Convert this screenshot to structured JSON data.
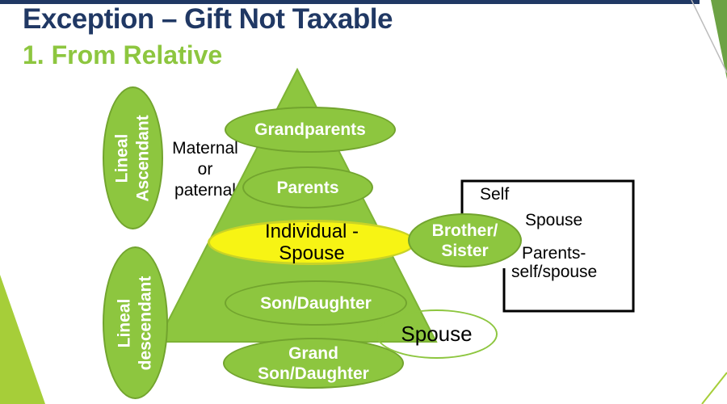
{
  "title": "Exception – Gift Not Taxable",
  "subtitle": "1. From Relative",
  "colors": {
    "title_navy": "#203864",
    "accent_green": "#8dc63f",
    "ellipse_border_green": "#72a42e",
    "highlight_yellow": "#f7f414",
    "corner_lime": "#a6ce39",
    "corner_dark_green": "#6ca244",
    "box_border": "#000000"
  },
  "nodes": {
    "grandparents": {
      "label": "Grandparents"
    },
    "parents": {
      "label": "Parents"
    },
    "individual": {
      "line1": "Individual -",
      "line2": "Spouse"
    },
    "brother_sister": {
      "line1": "Brother/",
      "line2": "Sister"
    },
    "son_daughter": {
      "label": "Son/Daughter"
    },
    "grand_son_daughter": {
      "line1": "Grand",
      "line2": "Son/Daughter"
    },
    "spouse": {
      "label": "Spouse"
    },
    "lineal_ascendant": {
      "line1": "Lineal",
      "line2": "Ascendant"
    },
    "lineal_descendant": {
      "line1": "Lineal",
      "line2": "descendant"
    }
  },
  "notes": {
    "maternal": {
      "line1": "Maternal",
      "line2": "or",
      "line3": "paternal"
    }
  },
  "box": {
    "items": [
      "Self",
      "Spouse",
      "Parents-",
      "self/spouse"
    ]
  }
}
